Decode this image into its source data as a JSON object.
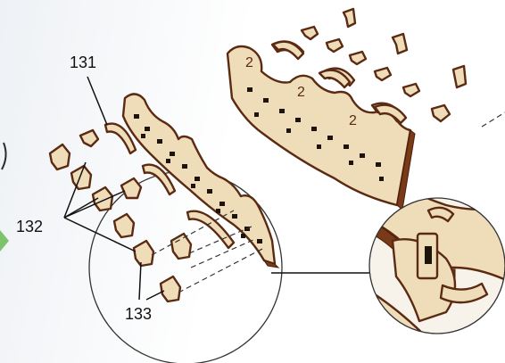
{
  "callouts": {
    "part_131": "131",
    "part_132": "132",
    "part_133": "133"
  },
  "colors": {
    "plywood_face": "#efdcb8",
    "plywood_edge": "#7a3a18",
    "outline": "#5a2a12",
    "arrow_accent": "#7cc36b"
  }
}
